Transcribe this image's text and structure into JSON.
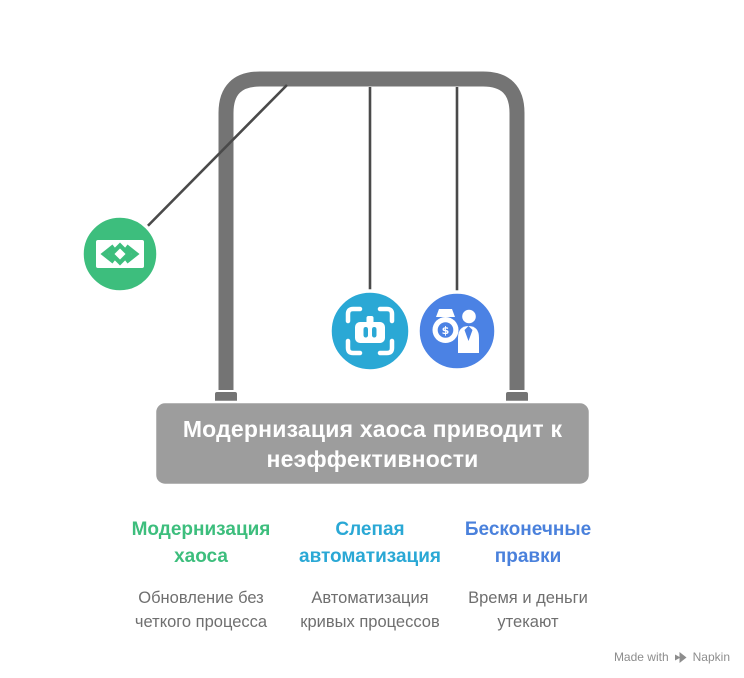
{
  "banner": {
    "title": "Модернизация хаоса приводит к\nнеэффективности",
    "bg_color": "#9D9D9D",
    "text_color": "#FFFFFF"
  },
  "pendulum": {
    "frame_color": "#747474",
    "string_color": "#4A4A4A",
    "balls": [
      {
        "name": "modernization-chaos",
        "icon": "code-chevrons-icon",
        "color": "#3DBE7D"
      },
      {
        "name": "blind-automation",
        "icon": "robot-scan-icon",
        "color": "#2AA8D5"
      },
      {
        "name": "endless-edits",
        "icon": "money-person-icon",
        "color": "#4B82E4",
        "dollar_sign": "$"
      }
    ]
  },
  "theme": {
    "desc_text_color": "#6F6F6F"
  },
  "columns": [
    {
      "title": "Модернизация\nхаоса",
      "color": "#3DBE7D",
      "desc": "Обновление без\nчеткого процесса"
    },
    {
      "title": "Слепая\nавтоматизация",
      "color": "#2AA8D5",
      "desc": "Автоматизация\nкривых процессов"
    },
    {
      "title": "Бесконечные\nправки",
      "color": "#4A81DC",
      "desc": "Время и деньги\nутекают"
    }
  ],
  "watermark": {
    "prefix": "Made with",
    "brand": "Napkin",
    "color": "#8D8D8D"
  }
}
